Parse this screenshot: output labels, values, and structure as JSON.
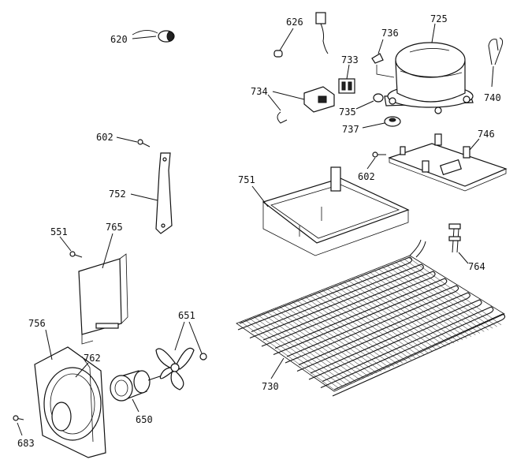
{
  "labels": {
    "p620": "620",
    "p626": "626",
    "p725": "725",
    "p736": "736",
    "p733": "733",
    "p740": "740",
    "p734": "734",
    "p735": "735",
    "p737": "737",
    "p602a": "602",
    "p746": "746",
    "p752": "752",
    "p751": "751",
    "p602b": "602",
    "p551": "551",
    "p765": "765",
    "p764": "764",
    "p756": "756",
    "p651": "651",
    "p762": "762",
    "p730": "730",
    "p650": "650",
    "p683": "683"
  },
  "colors": {
    "line": "#111111",
    "background": "#ffffff"
  }
}
